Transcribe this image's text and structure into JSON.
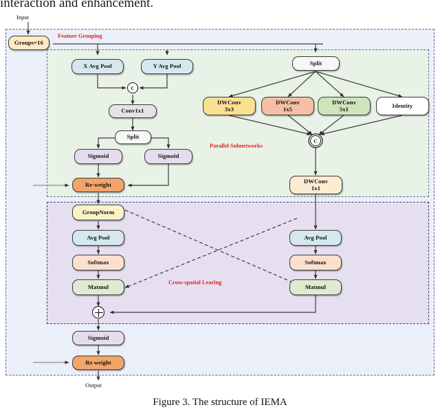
{
  "page": {
    "top_text": "interaction and enhancement.",
    "caption": "Figure 3. The structure of IEMA"
  },
  "labels": {
    "input": "Input",
    "output": "Output",
    "feature_grouping": "Feature Grouping",
    "parallel_subnetworks": "Parallel Subnetworks",
    "cross_spatial_learning": "Cross-spatial Learing"
  },
  "nodes": {
    "groups": "Groups=16",
    "x_avg_pool": "X Avg Pool",
    "y_avg_pool": "Y Avg Pool",
    "conv1x1": "Conv1x1",
    "split_left": "Split",
    "sigmoid_left": "Sigmoid",
    "sigmoid_right": "Sigmoid",
    "reweight_top": "Re-weight",
    "split_right": "Split",
    "dwconv3x3_l1": "DWConv",
    "dwconv3x3_l2": "3x3",
    "dwconv1x5_l1": "DWConv",
    "dwconv1x5_l2": "1x5",
    "dwconv5x1_l1": "DWConv",
    "dwconv5x1_l2": "5x1",
    "identity": "Identity",
    "dwconv1x1_l1": "DWConv",
    "dwconv1x1_l2": "1x1",
    "groupnorm": "GroupNorm",
    "avgpool_left": "Avg Pool",
    "softmax_left": "Softmax",
    "matmul_left": "Matmul",
    "avgpool_right": "Avg Pool",
    "softmax_right": "Softmax",
    "matmul_right": "Matmul",
    "sigmoid_bottom": "Sigmoid",
    "reweight_bottom": "Re weight",
    "concat_top": "C",
    "concat_right": "C",
    "add": "+"
  },
  "colors": {
    "zone_outer": "#eaeff9",
    "zone_grouping": "#e8f2e6",
    "zone_cross": "#e6dff0",
    "annotation_red": "#ec1c24",
    "reweight": "#f2a469",
    "groups": "#fdeac2",
    "avg_pool": "#d6e8ee",
    "sigmoid": "#e5ddee",
    "dwconv3x3": "#fbdf92",
    "dwconv1x5": "#f4c0a5",
    "dwconv5x1": "#cfe3bd",
    "identity": "#ffffff",
    "groupnorm": "#fdf1c8",
    "softmax": "#fbe0cd",
    "matmul": "#dfebd0",
    "conv1x1": "#e4e4e4",
    "split": "#f7f7f7",
    "dwconv1x1": "#fdecd2"
  }
}
